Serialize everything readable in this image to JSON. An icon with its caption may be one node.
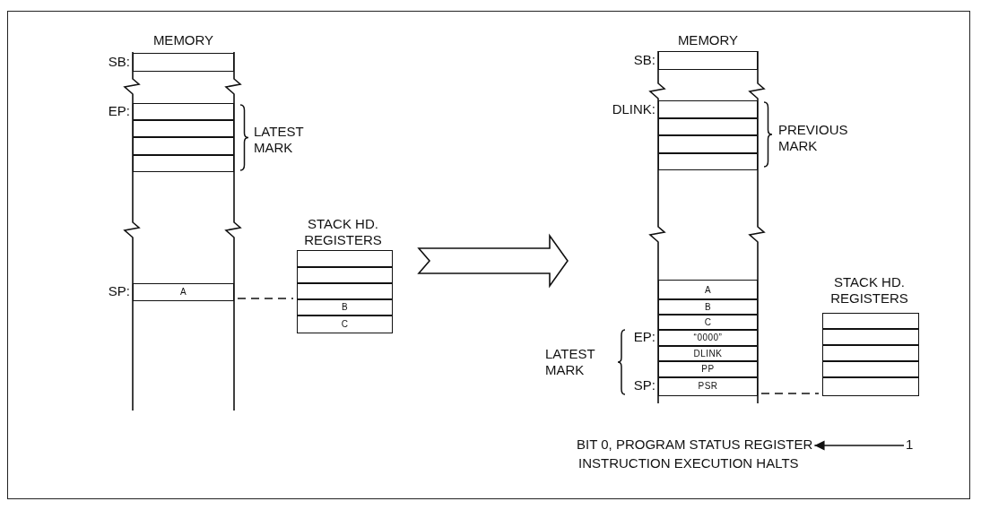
{
  "diagram": {
    "nodes": [
      {
        "text": [
          "MEMORY"
        ]
      },
      {
        "text": [],
        "shape": "box",
        "in": 0,
        "beside": [
          "SB:"
        ]
      },
      {
        "text": [],
        "shape": "box",
        "in": 0,
        "beside": [
          "EP:"
        ]
      },
      {
        "text": [],
        "shape": "box",
        "in": 0
      },
      {
        "text": [],
        "shape": "box",
        "in": 0
      },
      {
        "text": [],
        "shape": "box",
        "in": 0
      },
      {
        "text": [
          "A"
        ],
        "in": 0,
        "beside": [
          "SP:"
        ]
      },
      {
        "text": [
          "STACK HD. REGISTERS"
        ]
      },
      {
        "text": [],
        "shape": "box",
        "in": 7
      },
      {
        "text": [],
        "shape": "box",
        "in": 7
      },
      {
        "text": [],
        "shape": "box",
        "in": 7
      },
      {
        "text": [
          "B"
        ],
        "in": 7
      },
      {
        "text": [
          "C"
        ],
        "in": 7
      },
      {
        "text": [
          "MEMORY"
        ]
      },
      {
        "text": [],
        "shape": "box",
        "in": 13,
        "beside": [
          "SB:"
        ]
      },
      {
        "text": [],
        "shape": "box",
        "in": 13,
        "beside": [
          "DLINK:"
        ]
      },
      {
        "text": [],
        "shape": "box",
        "in": 13
      },
      {
        "text": [],
        "shape": "box",
        "in": 13
      },
      {
        "text": [],
        "shape": "box",
        "in": 13
      },
      {
        "text": [
          "A"
        ],
        "in": 13
      },
      {
        "text": [
          "B"
        ],
        "in": 13
      },
      {
        "text": [
          "C"
        ],
        "in": 13
      },
      {
        "text": [
          "“0000”"
        ],
        "in": 13,
        "beside": [
          "EP:"
        ]
      },
      {
        "text": [
          "DLINK"
        ],
        "in": 13
      },
      {
        "text": [
          "PP"
        ],
        "in": 13
      },
      {
        "text": [
          "PSR"
        ],
        "in": 13,
        "beside": [
          "SP:"
        ]
      },
      {
        "text": [
          "STACK HD. REGISTERS"
        ]
      },
      {
        "text": [],
        "shape": "box",
        "in": 26
      },
      {
        "text": [],
        "shape": "box",
        "in": 26
      },
      {
        "text": [],
        "shape": "box",
        "in": 26
      },
      {
        "text": [],
        "shape": "box",
        "in": 26
      },
      {
        "text": [],
        "shape": "box",
        "in": 26
      },
      {
        "text": [
          "BIT 0, PROGRAM STATUS REGISTER"
        ]
      },
      {
        "text": [
          "1"
        ]
      }
    ],
    "edges": [
      {
        "from": 6,
        "to": 11,
        "arrow": "none",
        "style": "dashed"
      },
      {
        "from": 7,
        "to": 13,
        "arrow": "to"
      },
      {
        "from": 25,
        "to": 31,
        "arrow": "none",
        "style": "dashed"
      },
      {
        "from": 33,
        "to": 32,
        "arrow": "to"
      }
    ],
    "labels": [
      "LATEST MARK",
      "PREVIOUS MARK",
      "LATEST MARK",
      "INSTRUCTION EXECUTION HALTS"
    ]
  }
}
